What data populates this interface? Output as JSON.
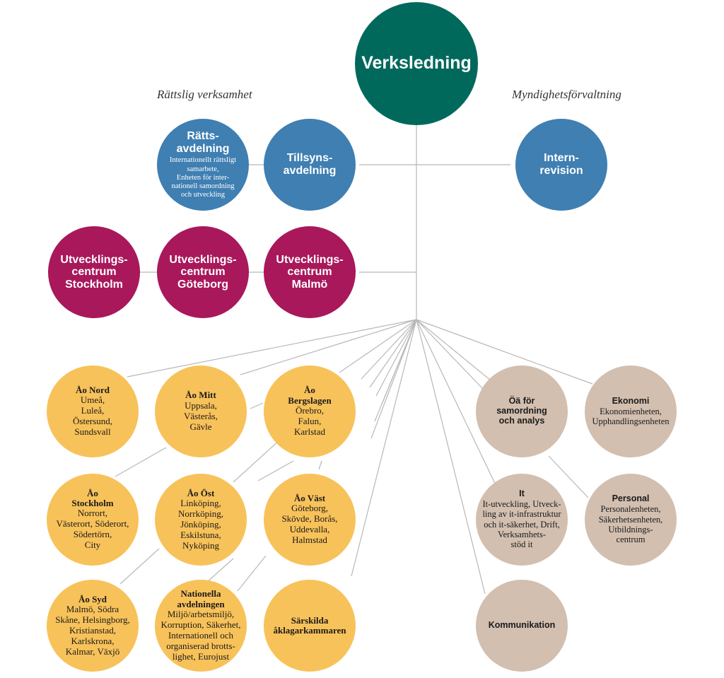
{
  "sections": {
    "left": "Rättslig verksamhet",
    "right": "Myndighetsförvaltning"
  },
  "nodes": {
    "verksledning": {
      "title": "Verksledning"
    },
    "rattsavdelning": {
      "title": "Rätts-\navdelning",
      "sub": "Internationellt rättsligt samarbete,\nEnheten för inter-\nnationell samordning\noch utveckling"
    },
    "tillsynsavdelning": {
      "title": "Tillsyns-\navdelning"
    },
    "internrevision": {
      "title": "Intern-\nrevision"
    },
    "uc_stockholm": {
      "title": "Utvecklings-\ncentrum\nStockholm"
    },
    "uc_goteborg": {
      "title": "Utvecklings-\ncentrum\nGöteborg"
    },
    "uc_malmo": {
      "title": "Utvecklings-\ncentrum\nMalmö"
    },
    "ao_nord": {
      "title": "Åo Nord",
      "sub": "Umeå,\nLuleå,\nÖstersund,\nSundsvall"
    },
    "ao_mitt": {
      "title": "Åo Mitt",
      "sub": "Uppsala,\nVästerås,\nGävle"
    },
    "ao_bergslagen": {
      "title": "Åo\nBergslagen",
      "sub": "Örebro,\nFalun,\nKarlstad"
    },
    "ao_stockholm": {
      "title": "Åo\nStockholm",
      "sub": "Norrort,\nVästerort, Söderort,\nSödertörn,\nCity"
    },
    "ao_ost": {
      "title": "Åo Öst",
      "sub": "Linköping,\nNorrköping,\nJönköping,\nEskilstuna,\nNyköping"
    },
    "ao_vast": {
      "title": "Åo Väst",
      "sub": "Göteborg,\nSkövde, Borås,\nUddevalla,\nHalmstad"
    },
    "ao_syd": {
      "title": "Åo Syd",
      "sub": "Malmö, Södra\nSkåne, Helsingborg,\nKristianstad,\nKarlskrona,\nKalmar, Växjö"
    },
    "nationella": {
      "title": "Nationella\navdelningen",
      "sub": "Miljö/arbetsmiljö,\nKorruption, Säkerhet,\nInternationell och\norganiserad brotts-\nlighet, Eurojust"
    },
    "sarskilda": {
      "title": "Särskilda\nåklagarkammaren"
    },
    "oa_samordning": {
      "title": "Öä för\nsamordning\noch analys"
    },
    "ekonomi": {
      "title": "Ekonomi",
      "sub": "Ekonomienheten,\nUpphandlingsenheten"
    },
    "it": {
      "title": "It",
      "sub": "It-utveckling, Utveck-\nling av it-infrastruktur\noch it-säkerhet, Drift,\nVerksamhets-\nstöd it"
    },
    "personal": {
      "title": "Personal",
      "sub": "Personalenheten,\nSäkerhetsenheten,\nUtbildnings-\ncentrum"
    },
    "kommunikation": {
      "title": "Kommunikation"
    }
  },
  "colors": {
    "leader": "#00695c",
    "blue": "#3f7fb2",
    "magenta": "#a8185b",
    "yellow": "#f8c25a",
    "tan": "#d2bfb0",
    "connector": "#b8b8b8"
  }
}
